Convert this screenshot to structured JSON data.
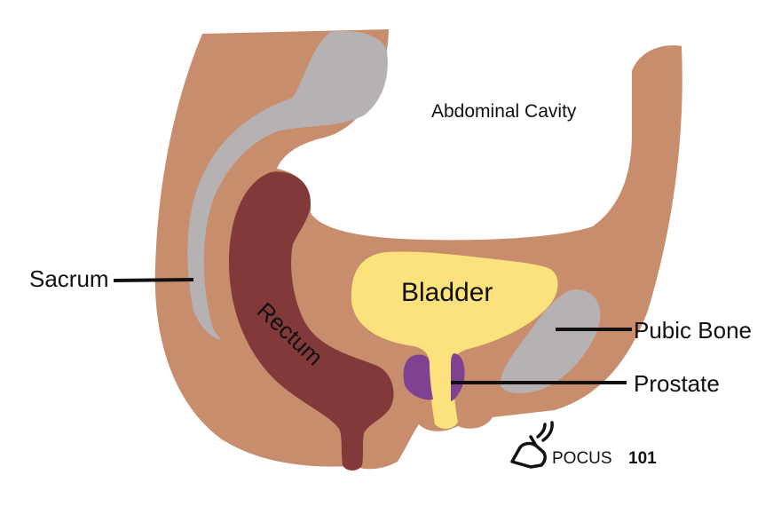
{
  "labels": {
    "abdominal_cavity": "Abdominal Cavity",
    "sacrum": "Sacrum",
    "bladder": "Bladder",
    "rectum": "Rectum",
    "pubic_bone": "Pubic Bone",
    "prostate": "Prostate"
  },
  "logo": {
    "brand": "POCUS",
    "number": "101"
  },
  "colors": {
    "tissue": "#C78D6C",
    "bone": "#B6B2B4",
    "rectum": "#813A39",
    "bladder": "#FBE27C",
    "prostate": "#7F4191",
    "leader_line": "#111111"
  }
}
